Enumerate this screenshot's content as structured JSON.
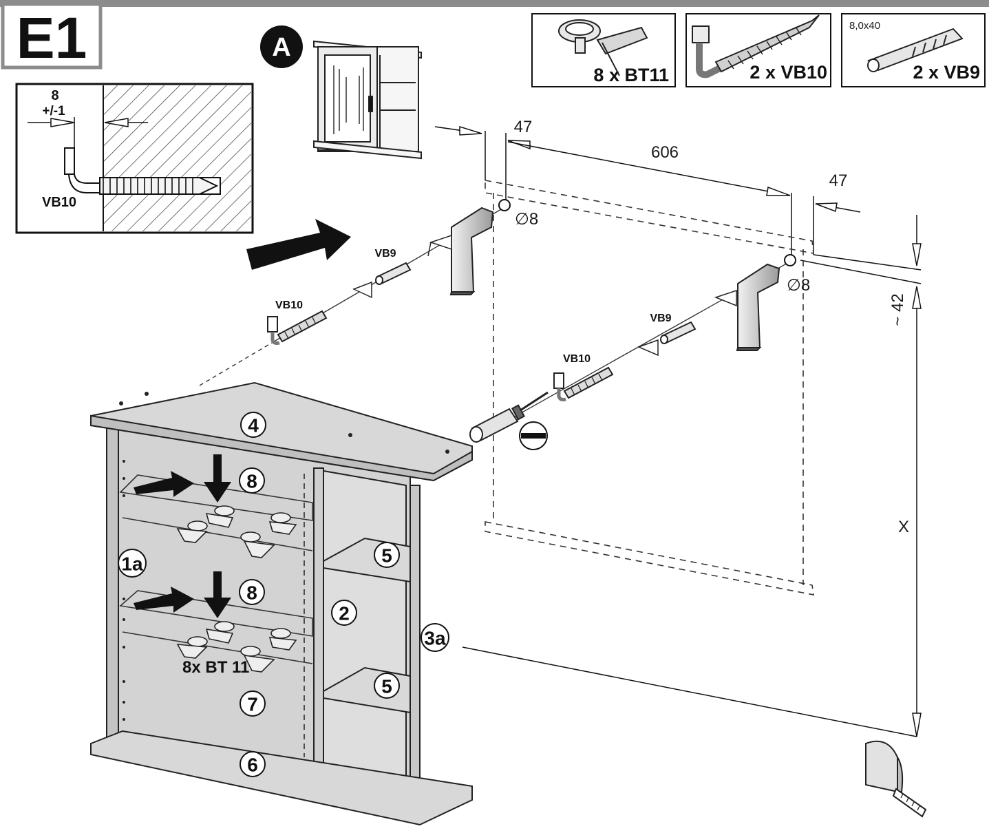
{
  "step": "E1",
  "view_badge": "A",
  "parts_boxes": [
    {
      "qty_label": "8 x BT11",
      "icon": "shelf-support-icon"
    },
    {
      "qty_label": "2 x VB10",
      "icon": "hook-screw-icon"
    },
    {
      "qty_label": "2 x VB9",
      "icon": "wall-plug-icon",
      "size": "8,0x40"
    }
  ],
  "detail": {
    "gap_value": "8",
    "tolerance": "+/-1",
    "part": "VB10"
  },
  "dimensions": {
    "left_offset": "47",
    "span": "606",
    "right_offset": "47",
    "hole_left": "∅8",
    "hole_right": "∅8",
    "vertical_offset": "~ 42",
    "height": "X"
  },
  "fastener_labels": {
    "vb9_left": "VB9",
    "vb10_left": "VB10",
    "vb9_right": "VB9",
    "vb10_right": "VB10"
  },
  "cabinet_callouts": [
    "4",
    "8",
    "8",
    "1a",
    "5",
    "2",
    "5",
    "3a",
    "7",
    "6"
  ],
  "shelf_support_label": "8x BT 11"
}
